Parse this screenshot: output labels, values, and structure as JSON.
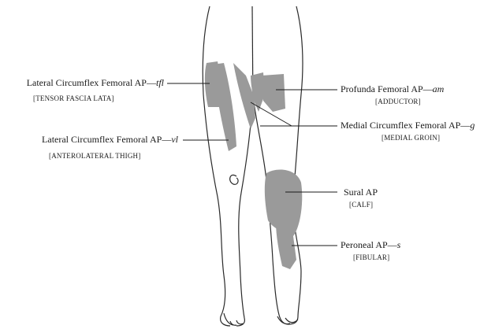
{
  "colors": {
    "skin_outline": "#2a2a2a",
    "flap_region": "#9a9a9a",
    "background": "#ffffff"
  },
  "labels": {
    "tfl": {
      "main": "Lateral Circumflex Femoral AP—",
      "code": "tfl",
      "sub": "[TENSOR FASCIA LATA]"
    },
    "vl": {
      "main": "Lateral Circumflex Femoral AP—",
      "code": "vl",
      "sub": "[ANTEROLATERAL THIGH]"
    },
    "am": {
      "main": "Profunda Femoral AP—",
      "code": "am",
      "sub": "[ADDUCTOR]"
    },
    "g": {
      "main": "Medial Circumflex Femoral AP—",
      "code": "g",
      "sub": "[MEDIAL GROIN]"
    },
    "sural": {
      "main": "Sural AP",
      "code": "",
      "sub": "[CALF]"
    },
    "s": {
      "main": "Peroneal  AP—",
      "code": "s",
      "sub": "[FIBULAR]"
    }
  }
}
